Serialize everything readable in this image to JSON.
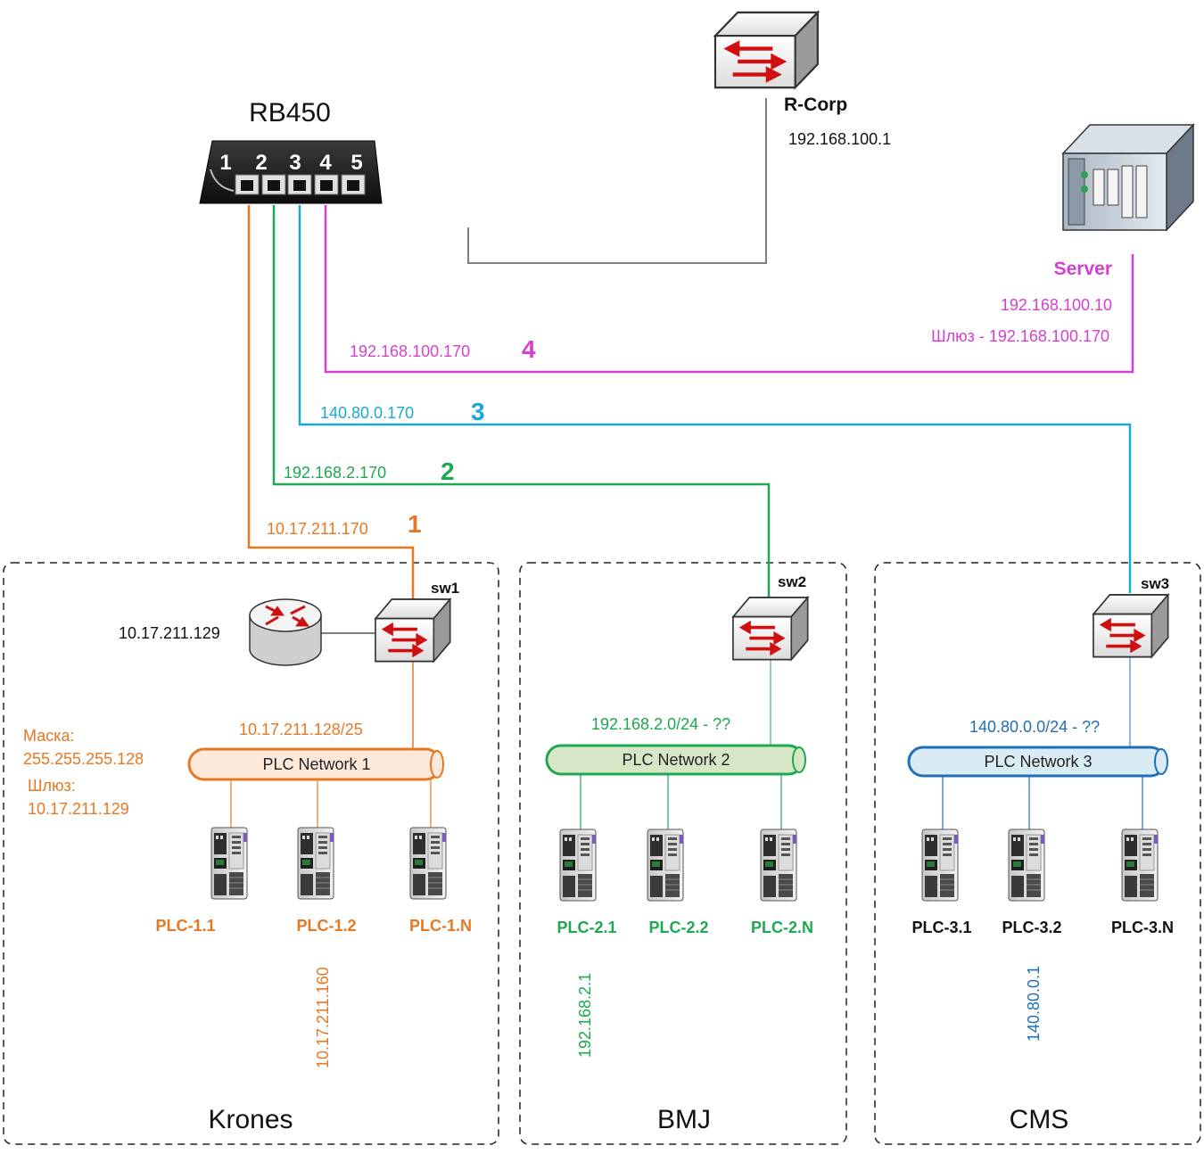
{
  "colors": {
    "orange": "#E87722",
    "green": "#1DA851",
    "cyan": "#1AA7DA",
    "magenta": "#D63FD0",
    "blue": "#1F6FB5",
    "gray": "#808080",
    "black": "#111111"
  },
  "router": {
    "title": "RB450",
    "ports": [
      "1",
      "2",
      "3",
      "4",
      "5"
    ]
  },
  "rcorp": {
    "name": "R-Corp",
    "ip": "192.168.100.1"
  },
  "server": {
    "name": "Server",
    "ip": "192.168.100.10",
    "gateway": "Шлюз - 192.168.100.170"
  },
  "links": {
    "l1": {
      "ip": "10.17.211.170",
      "num": "1"
    },
    "l2": {
      "ip": "192.168.2.170",
      "num": "2"
    },
    "l3": {
      "ip": "140.80.0.170",
      "num": "3"
    },
    "l4": {
      "ip": "192.168.100.170",
      "num": "4"
    }
  },
  "krones": {
    "label": "Krones",
    "switch": "sw1",
    "router_ip": "10.17.211.129",
    "net": "10.17.211.128/25",
    "mask_label": "Маска:",
    "mask": "255.255.255.128",
    "gw_label": "Шлюз:",
    "gw": "10.17.211.129",
    "bus": "PLC Network 1",
    "plcs": [
      "PLC-1.1",
      "PLC-1.2",
      "PLC-1.N"
    ],
    "plc_ip": "10.17.211.160"
  },
  "bmj": {
    "label": "BMJ",
    "switch": "sw2",
    "net": "192.168.2.0/24 - ??",
    "bus": "PLC Network 2",
    "plcs": [
      "PLC-2.1",
      "PLC-2.2",
      "PLC-2.N"
    ],
    "plc_ip": "192.168.2.1"
  },
  "cms": {
    "label": "CMS",
    "switch": "sw3",
    "net": "140.80.0.0/24 - ??",
    "bus": "PLC Network 3",
    "plcs": [
      "PLC-3.1",
      "PLC-3.2",
      "PLC-3.N"
    ],
    "plc_ip": "140.80.0.1"
  }
}
